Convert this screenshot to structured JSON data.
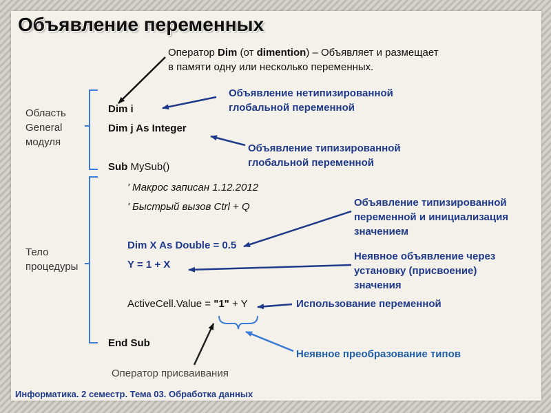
{
  "title": "Объявление переменных",
  "dim_note": {
    "line1_a": "Оператор ",
    "line1_dim": "Dim",
    "line1_b": " (от ",
    "line1_dimention": "dimention",
    "line1_c": ") – Объявляет и размещает",
    "line2": "в памяти одну или несколько переменных."
  },
  "regions": {
    "general": [
      "Область",
      "General",
      "модуля"
    ],
    "body": [
      "Тело",
      "процедуры"
    ]
  },
  "code": {
    "dim_i": "Dim  i",
    "dim_j": "Dim  j  As Integer",
    "sub_kw": "Sub",
    "sub_name": " MySub()",
    "comment1": "' Макрос записан 1.12.2012",
    "comment2": "' Быстрый вызов Ctrl + Q",
    "dim_x": "Dim  X  As Double = 0.5",
    "y_assign": "Y = 1  +  X",
    "active_a": "ActiveCell.Value = ",
    "active_str": "\"1\"",
    "active_b": " + Y",
    "end_sub": "End Sub"
  },
  "annotations": {
    "untyped": [
      "Объявление нетипизированной",
      "глобальной переменной"
    ],
    "typed": [
      "Объявление типизированной",
      "глобальной переменной"
    ],
    "typed_init": [
      "Объявление типизированной",
      "переменной и инициализация",
      "значением"
    ],
    "implicit": [
      "Неявное объявление через",
      "установку  (присвоение)",
      "значения"
    ],
    "usage": "Использование переменной",
    "conversion": "Неявное преобразование типов",
    "assign_op": "Оператор присваивания"
  },
  "footer": "Информатика. 2 семестр. Тема 03. Обработка данных",
  "colors": {
    "accent": "#1f3a8a",
    "bracket": "#3a7bd5",
    "arrow": "#111111"
  }
}
